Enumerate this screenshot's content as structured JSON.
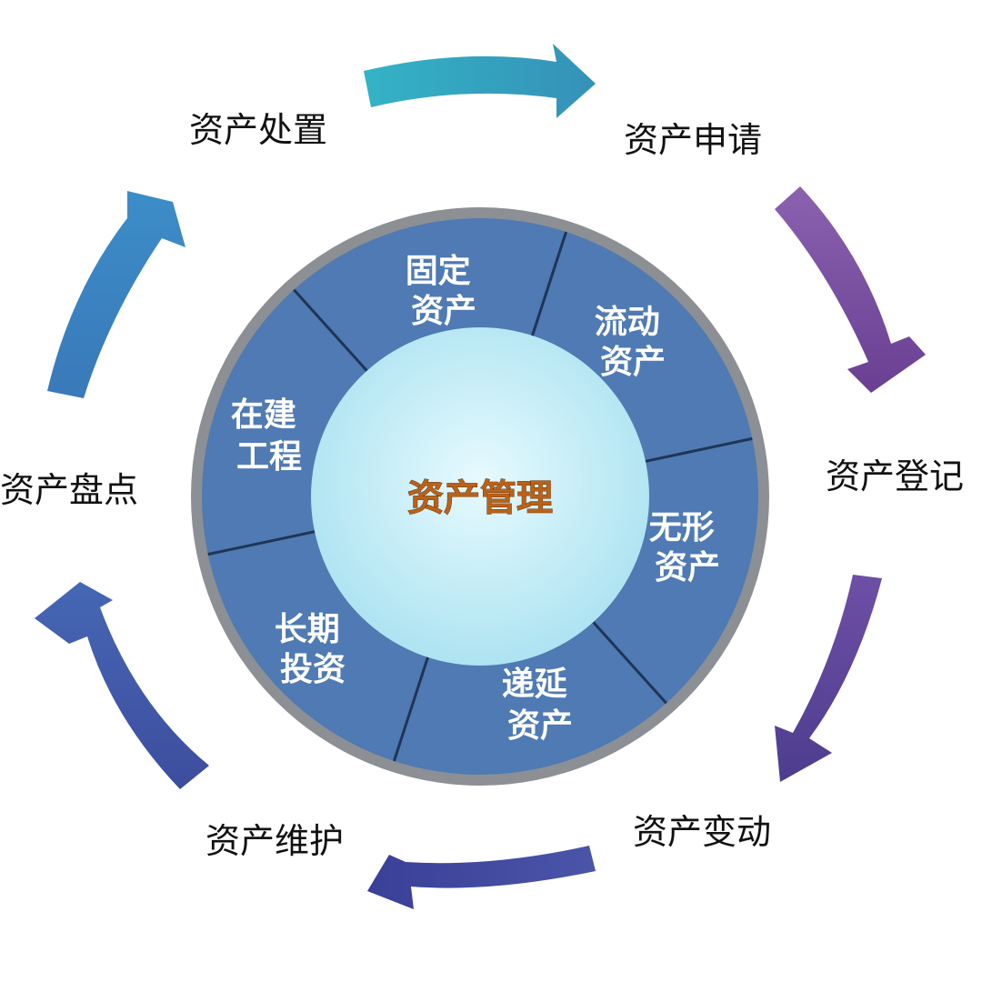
{
  "center": {
    "label": "资产管理"
  },
  "segments": [
    {
      "lines": [
        "固定",
        "资产"
      ]
    },
    {
      "lines": [
        "流动",
        "资产"
      ]
    },
    {
      "lines": [
        "无形",
        "资产"
      ]
    },
    {
      "lines": [
        "递延",
        "资产"
      ]
    },
    {
      "lines": [
        "长期",
        "投资"
      ]
    },
    {
      "lines": [
        "在建",
        "工程"
      ]
    }
  ],
  "cycle_steps": [
    {
      "label": "资产申请"
    },
    {
      "label": "资产登记"
    },
    {
      "label": "资产变动"
    },
    {
      "label": "资产维护"
    },
    {
      "label": "资产盘点"
    },
    {
      "label": "资产处置"
    }
  ],
  "colors": {
    "ring_fill": "#4f7ab3",
    "ring_rim": "#8c8f94",
    "divider": "#1f3557",
    "center_fill_inner": "#dff7fc",
    "center_fill_outer": "#a9e3f2",
    "arrow_teal": "#37a7c4",
    "arrow_purple": "#7a4fa2",
    "arrow_indigo": "#4a4f9e",
    "arrow_blue": "#3f77bd"
  }
}
